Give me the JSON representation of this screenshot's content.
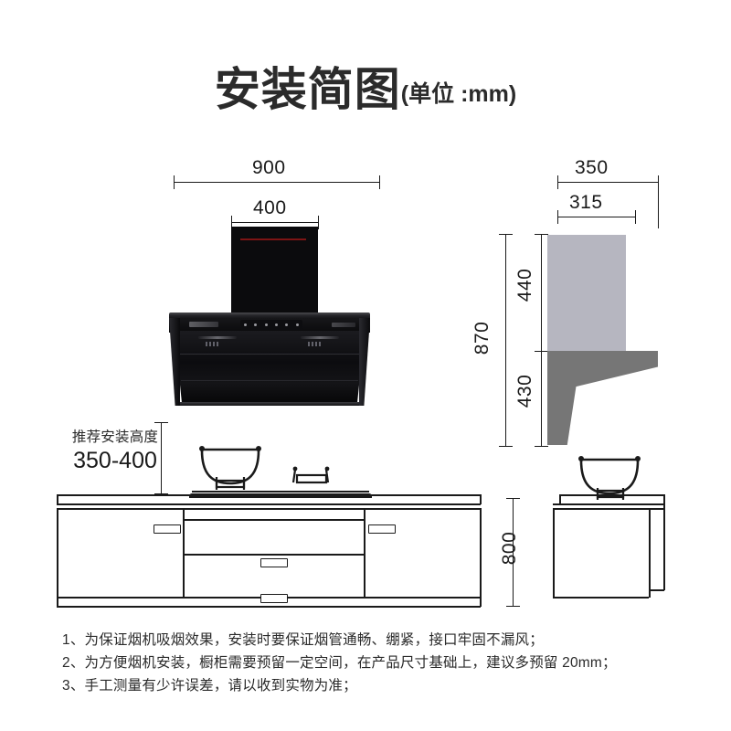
{
  "title": {
    "main": "安装简图",
    "unit": "(单位 :mm)"
  },
  "front_view": {
    "width_dim": "900",
    "chimney_dim": "400",
    "rec_height_label": "推荐安装高度",
    "rec_height_value": "350-400",
    "cabinet_height_dim": "800"
  },
  "side_view": {
    "depth_dim": "350",
    "body_depth_dim": "315",
    "total_height_dim": "870",
    "flue_height_dim": "440",
    "body_height_dim": "430"
  },
  "notes": [
    "1、为保证烟机吸烟效果，安装时要保证烟管通畅、绷紧，接口牢固不漏风；",
    "2、为方便烟机安装，橱柜需要预留一定空间，在产品尺寸基础上，建议多预留 20mm；",
    "3、手工测量有少许误差，请以收到实物为准；"
  ],
  "colors": {
    "hood_black": "#0b0b0d",
    "flue_gray": "#b6b6c0",
    "body_gray": "#767676",
    "line": "#1a1a1a",
    "background": "#ffffff"
  }
}
